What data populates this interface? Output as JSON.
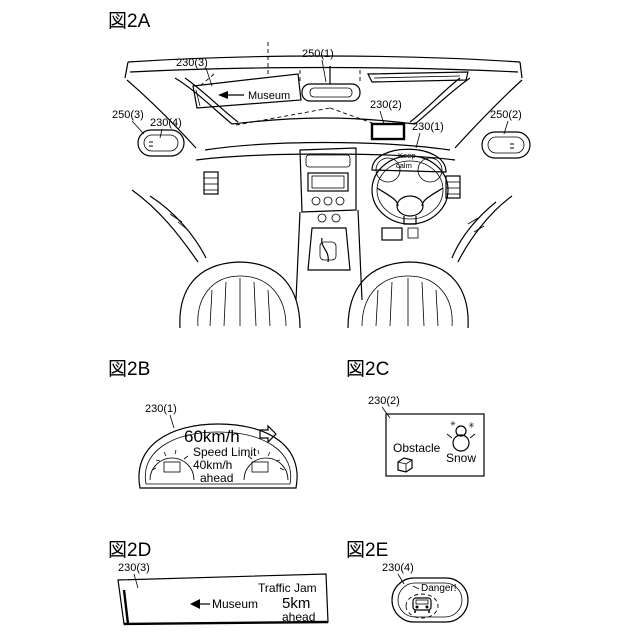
{
  "figures": {
    "fig_2a": "図2A",
    "fig_2b": "図2B",
    "fig_2c": "図2C",
    "fig_2d": "図2D",
    "fig_2e": "図2E"
  },
  "refs": {
    "r230_1": "230(1)",
    "r230_2": "230(2)",
    "r230_3": "230(3)",
    "r230_4": "230(4)",
    "r250_1": "250(1)",
    "r250_2": "250(2)",
    "r250_3": "250(3)"
  },
  "fig2a": {
    "visor_text": "Museum",
    "meter_text_1": "Keep",
    "meter_text_2": "calm"
  },
  "fig2b": {
    "speed": "60km/h",
    "line_1": "Speed Limit",
    "line_2": "40km/h",
    "line_3": "ahead"
  },
  "fig2c": {
    "obstacle": "Obstacle",
    "snow": "Snow"
  },
  "fig2d": {
    "destination": "Museum",
    "line_1": "Traffic Jam",
    "line_2": "5km",
    "line_3": "ahead"
  },
  "fig2e": {
    "warning": "Danger!"
  },
  "icons": [
    "arrow-left-icon",
    "arrow-right-icon",
    "cube-icon",
    "snowman-icon",
    "car-icon"
  ]
}
